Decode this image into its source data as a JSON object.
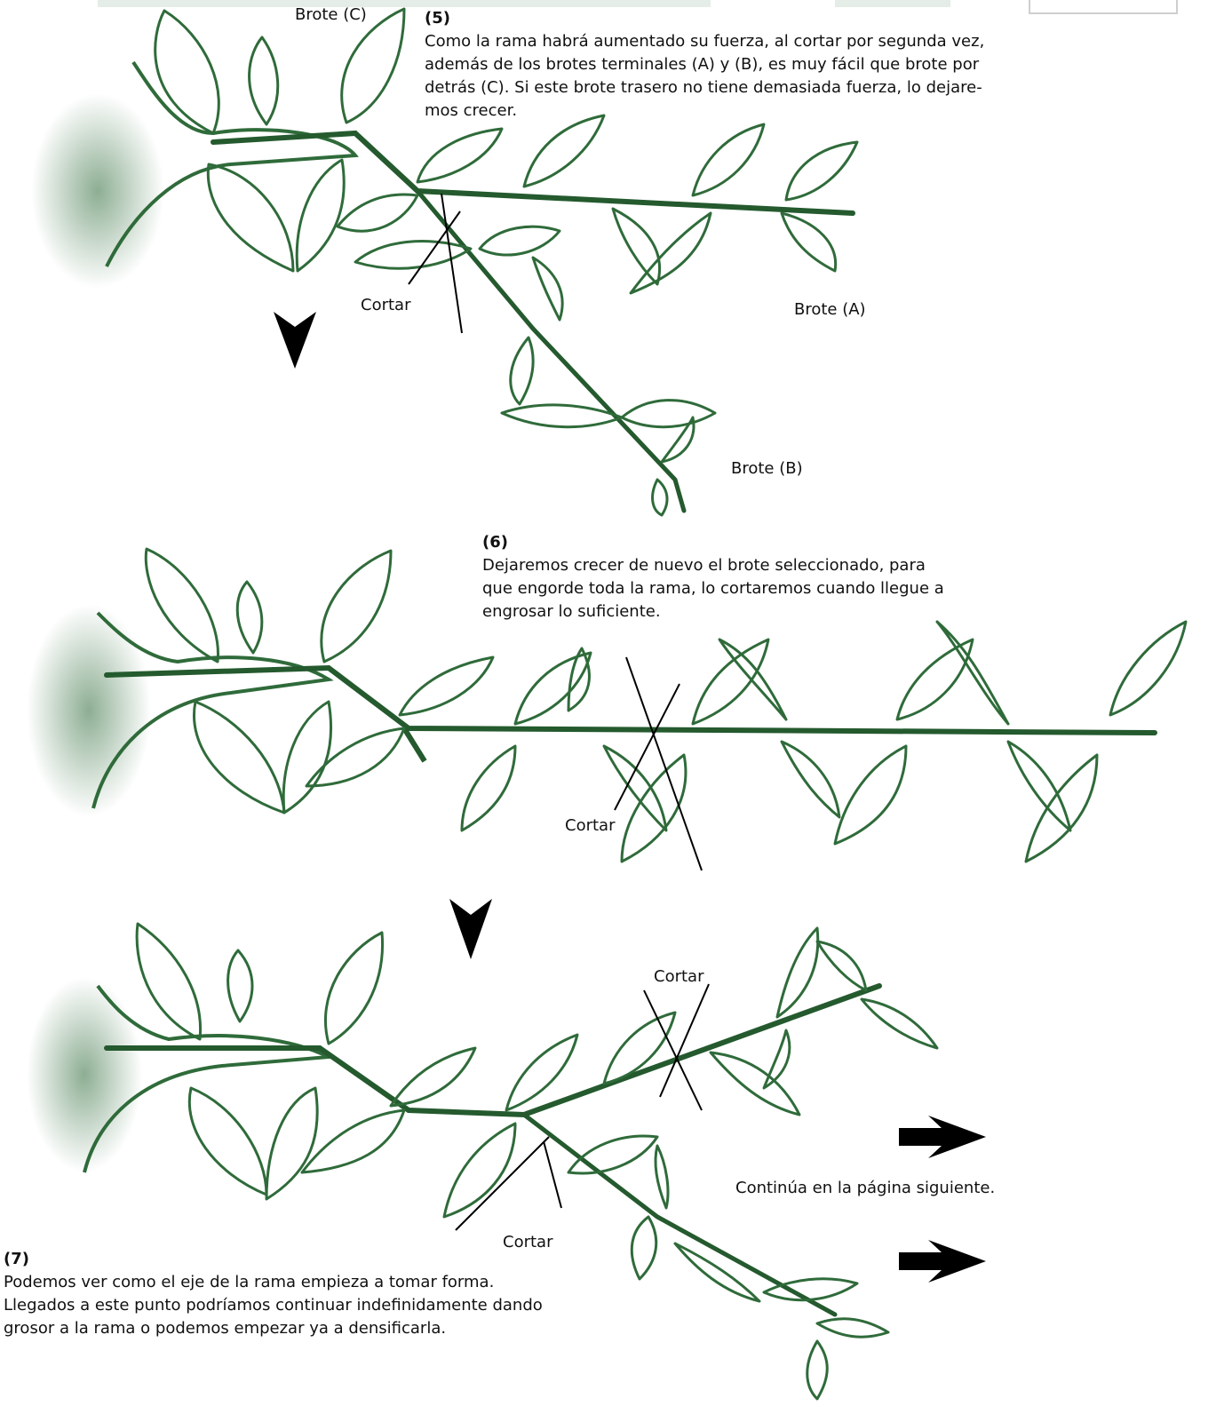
{
  "colors": {
    "ink": "#2f6b3a",
    "stem": "#245a2e",
    "text": "#111111",
    "arrow": "#000000"
  },
  "labels": {
    "brote_c": "Brote (C)",
    "brote_a": "Brote (A)",
    "brote_b": "Brote (B)",
    "cortar": "Cortar",
    "continua": "Continúa en la página siguiente."
  },
  "steps": [
    {
      "number": "(5)",
      "text": "Como la rama habrá aumentado su fuerza, al cortar por segunda vez,\nademás de los brotes terminales (A) y (B), es muy fácil que brote por\ndetrás (C). Si este brote trasero no tiene demasiada fuerza, lo dejare-\nmos crecer."
    },
    {
      "number": "(6)",
      "text": "Dejaremos crecer de nuevo el brote seleccionado, para\nque engorde toda la rama, lo cortaremos cuando llegue a\nengrosar lo suficiente."
    },
    {
      "number": "(7)",
      "text": "Podemos ver como el eje de la rama empieza a tomar forma.\nLlegados a este punto podríamos continuar indefinidamente dando\ngrosor a la rama o podemos empezar ya a densificarla."
    }
  ],
  "icons": [
    "down-arrow-icon",
    "right-arrow-icon"
  ]
}
